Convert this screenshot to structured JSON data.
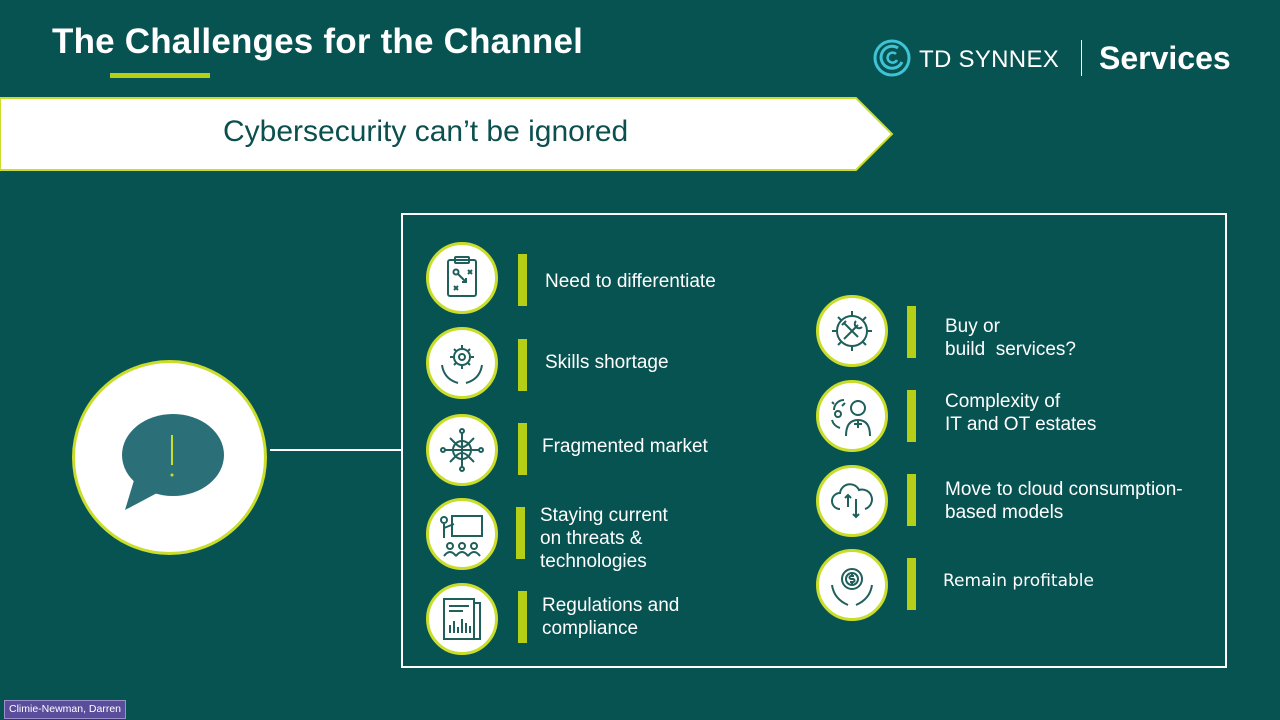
{
  "slide": {
    "title": "The Challenges for the Channel",
    "banner": "Cybersecurity can’t be ignored",
    "colors": {
      "background": "#075352",
      "accent": "#b5cf16",
      "banner": "#ffffff"
    }
  },
  "logo": {
    "brand": "TD SYNNEX",
    "division": "Services",
    "icon": "td-synnex-swirl-icon"
  },
  "center_icon": "speech-bubble-exclamation-icon",
  "challenges_left": [
    {
      "icon": "strategy-clipboard-icon",
      "lines": [
        "Need to differentiate"
      ]
    },
    {
      "icon": "gear-hands-icon",
      "lines": [
        "Skills shortage"
      ]
    },
    {
      "icon": "globe-network-icon",
      "lines": [
        "Fragmented market"
      ]
    },
    {
      "icon": "presentation-audience-icon",
      "lines": [
        "Staying current",
        "on threats &",
        "technologies"
      ]
    },
    {
      "icon": "document-chart-icon",
      "lines": [
        "Regulations and",
        "compliance"
      ]
    }
  ],
  "challenges_right": [
    {
      "icon": "tools-gear-icon",
      "lines": [
        "Buy or",
        "build  services?"
      ]
    },
    {
      "icon": "person-complexity-icon",
      "lines": [
        "Complexity of",
        "IT and OT estates"
      ]
    },
    {
      "icon": "cloud-arrows-icon",
      "lines": [
        "Move to cloud consumption-",
        "based models"
      ]
    },
    {
      "icon": "money-hands-icon",
      "lines": [
        "Remain profitable"
      ]
    }
  ],
  "participant": {
    "name": "Climie-Newman, Darren"
  }
}
